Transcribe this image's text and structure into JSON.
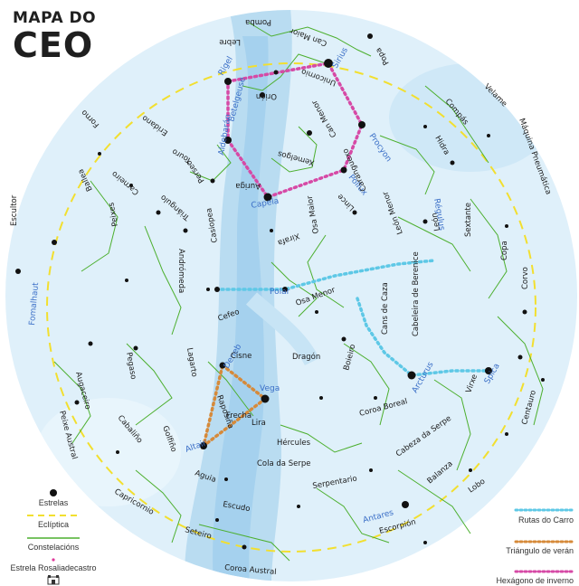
{
  "title": {
    "line1": "MAPA DO",
    "line2": "CEO"
  },
  "legend": {
    "stars": "Estrelas",
    "ecliptic": "Eclíptica",
    "constellations": "Constelacións",
    "rosalia": "Estrela Rosaliadecastro",
    "carro": "Rutas do Carro",
    "triangulo": "Triángulo de verán",
    "hexagono": "Hexágono de inverno"
  },
  "colors": {
    "sky_light": "#dff0fa",
    "sky_mid": "#b9dcf1",
    "milky_way": "#8fc6e8",
    "constellation_line": "#4caf2e",
    "ecliptic": "#f2df2f",
    "carro": "#5ec8e6",
    "triangulo": "#d68a3a",
    "hexagono": "#d64aa6",
    "star_label": "#3b6fc7"
  },
  "icons": {
    "rosalia": "rosalia-castle-icon"
  },
  "constellations": [
    "Pomba",
    "Can Maior",
    "Popa",
    "Lebre",
    "Orión",
    "Unicornio",
    "Velame",
    "Compás",
    "Máquina Pneumática",
    "Forno",
    "Erídano",
    "Can Menor",
    "Hidra",
    "Xemelgos",
    "Touro",
    "Carneiro",
    "Ballea",
    "Auriga",
    "Lince",
    "Caranguexo",
    "Sextante",
    "Triángulo",
    "Peixes",
    "Perseo",
    "León Menor",
    "León",
    "Escultor",
    "Xirafa",
    "Copa",
    "Casiopea",
    "Andrómeda",
    "Osa Maior",
    "Corvo",
    "Osa Menor",
    "Cans de Caza",
    "Cabeleira de Berenice",
    "Pegaso",
    "Lagarto",
    "Cefeo",
    "Dragón",
    "Boieiro",
    "Virxe",
    "Augaceiro",
    "Cisne",
    "Raposiña",
    "Peixe Austral",
    "Golfiño",
    "Frecha",
    "Lira",
    "Hércules",
    "Coroa Boreal",
    "Centauro",
    "Cabaliño",
    "Cabeza da Serpe",
    "Aguia",
    "Cola da Serpe",
    "Serpentario",
    "Balanza",
    "Capricornio",
    "Lobo",
    "Escudo",
    "Escorpión",
    "Seteiro",
    "Coroa Austral"
  ],
  "stars": [
    "Rigel",
    "Sirius",
    "Betelgeuse",
    "Aldebarán",
    "Procyon",
    "Pollux",
    "Capela",
    "Polar",
    "Régulus",
    "Arcturus",
    "Spica",
    "Fomalhaut",
    "Deneb",
    "Vega",
    "Altair",
    "Antares"
  ]
}
